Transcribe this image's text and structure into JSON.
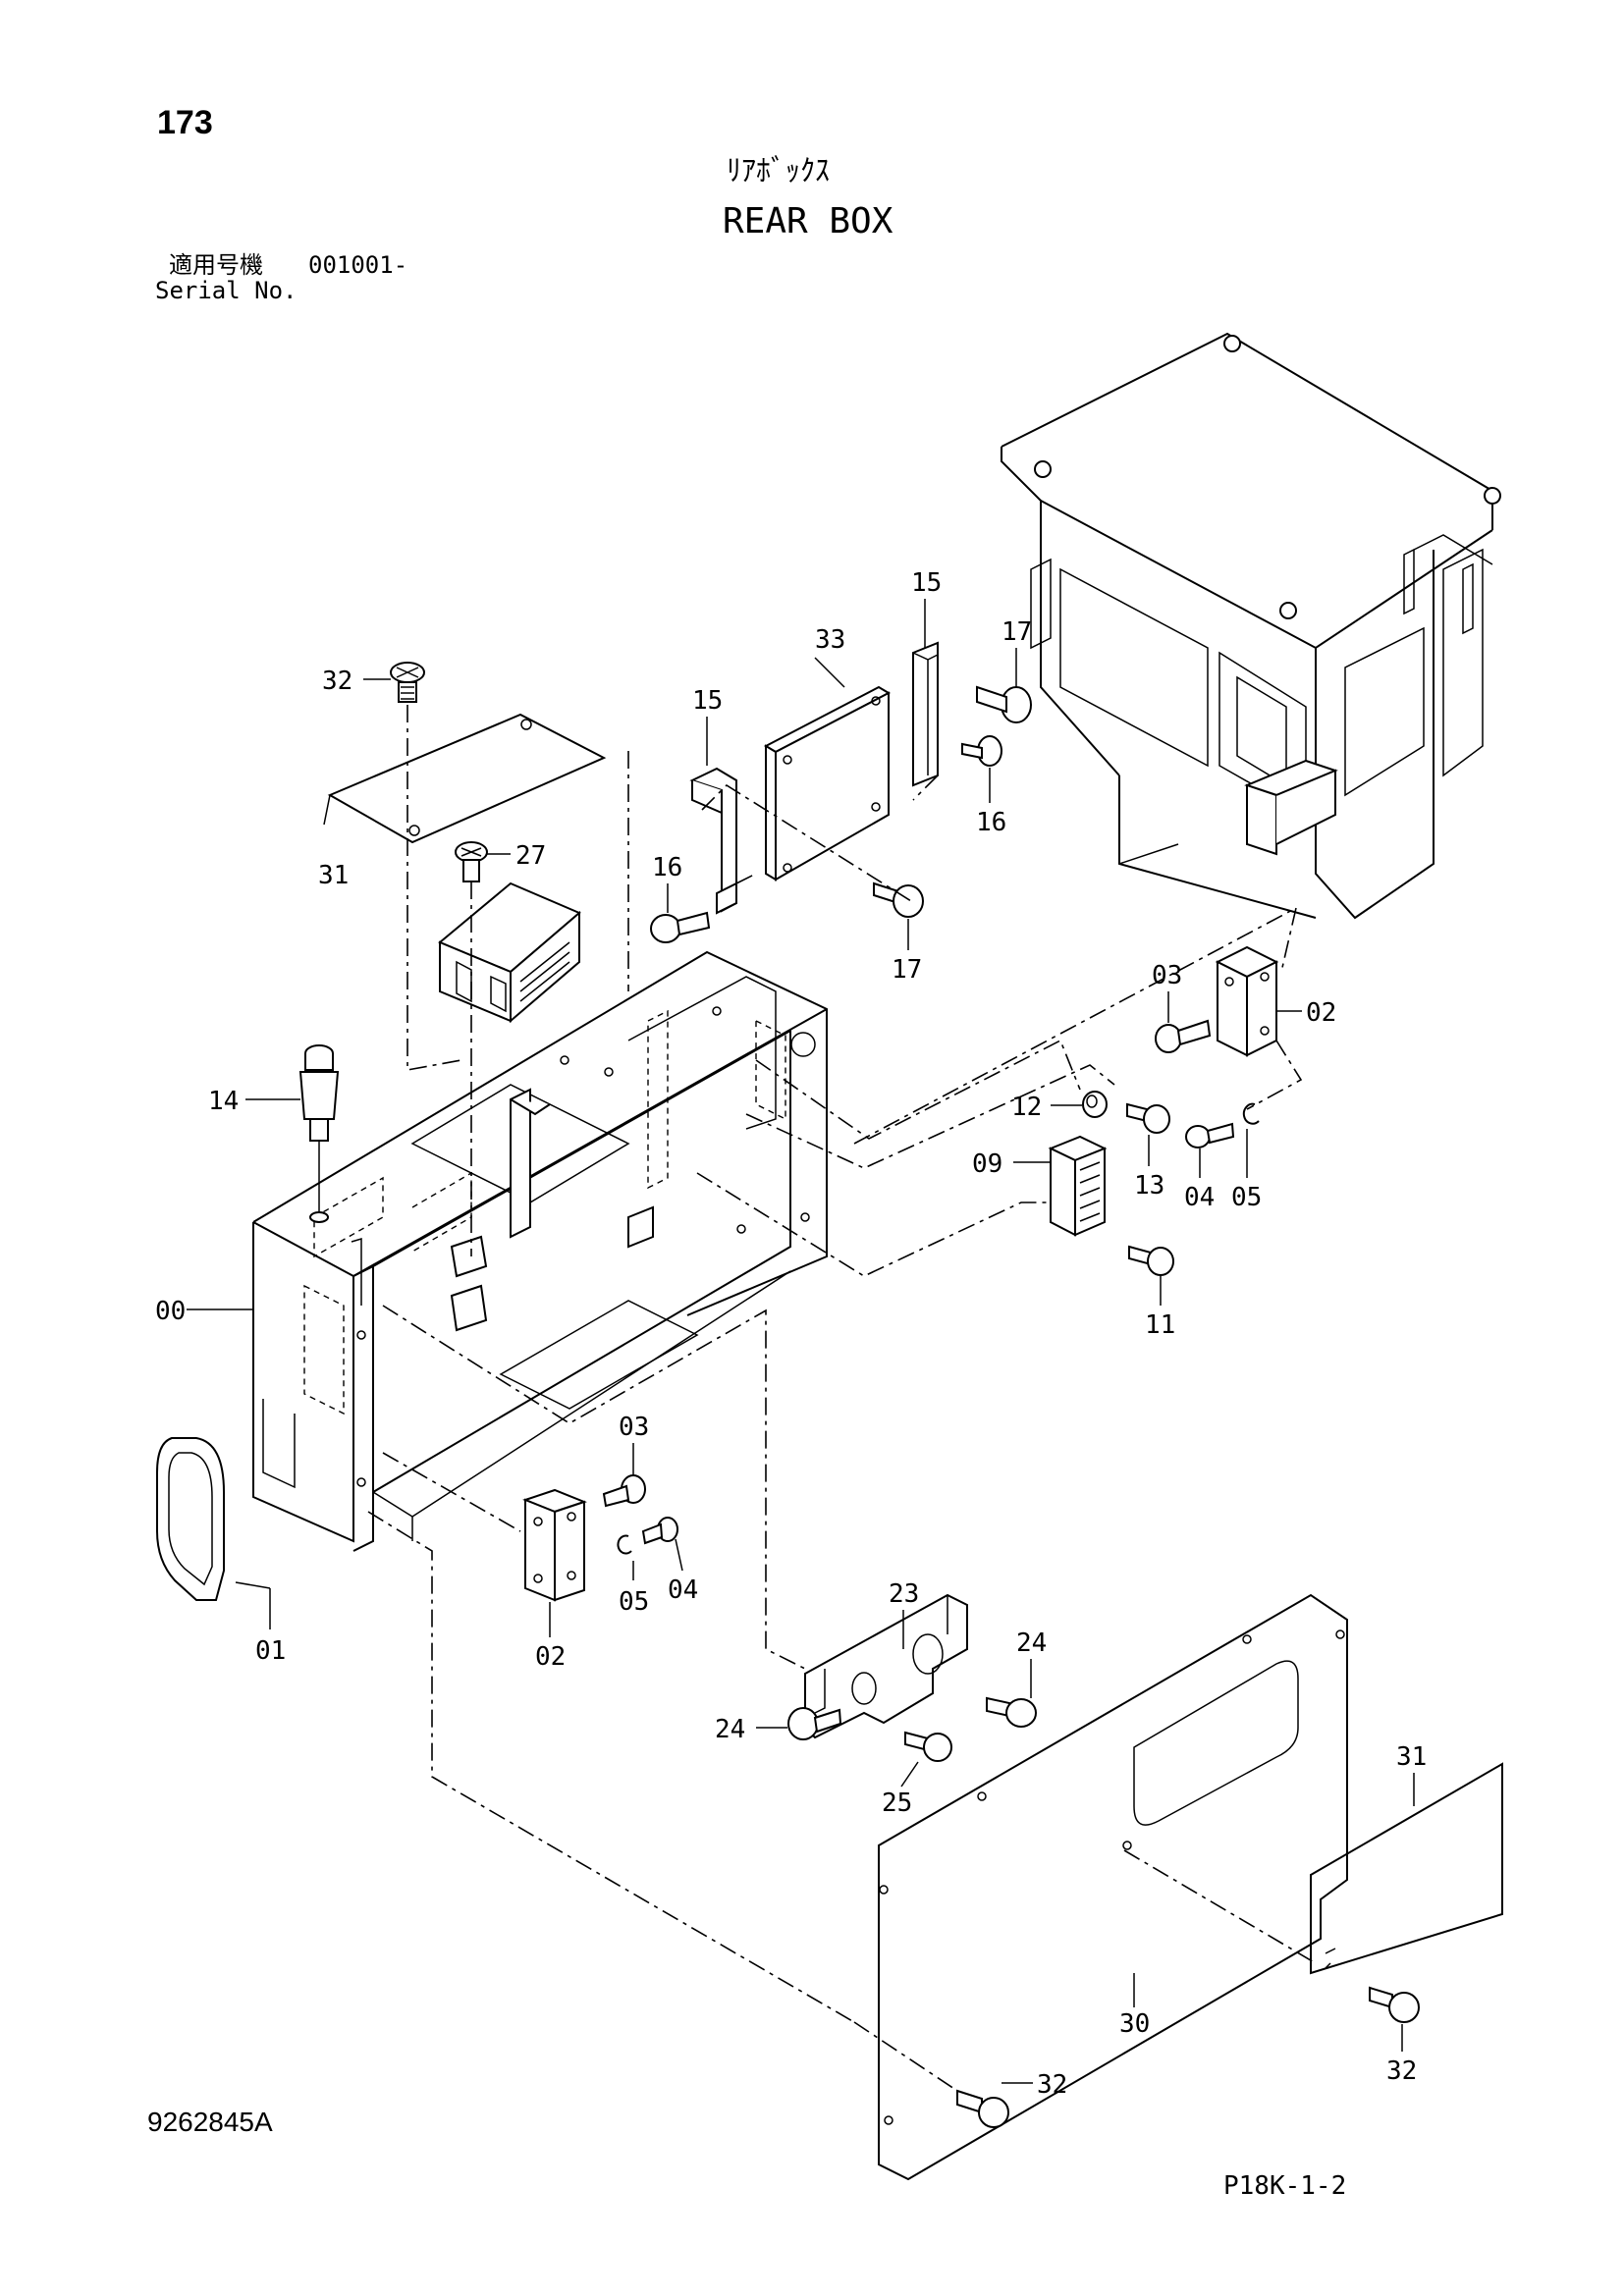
{
  "header": {
    "page_number": "173",
    "title_jp": "ﾘｱﾎﾞｯｸｽ",
    "title_en": "REAR BOX",
    "serial_label_jp": "適用号機",
    "serial_value": "001001-",
    "serial_label_en": "Serial No."
  },
  "footer": {
    "drawing_number": "9262845A",
    "page_code": "P18K-1-2"
  },
  "callouts": {
    "c00": "00",
    "c01": "01",
    "c02a": "02",
    "c02b": "02",
    "c03a": "03",
    "c03b": "03",
    "c04a": "04",
    "c04b": "04",
    "c05a": "05",
    "c05b": "05",
    "c09": "09",
    "c11": "11",
    "c12": "12",
    "c13": "13",
    "c14": "14",
    "c15a": "15",
    "c15b": "15",
    "c16a": "16",
    "c16b": "16",
    "c17a": "17",
    "c17b": "17",
    "c23": "23",
    "c24a": "24",
    "c24b": "24",
    "c25": "25",
    "c27": "27",
    "c30": "30",
    "c31a": "31",
    "c31b": "31",
    "c32a": "32",
    "c32b": "32",
    "c32c": "32",
    "c33": "33"
  }
}
